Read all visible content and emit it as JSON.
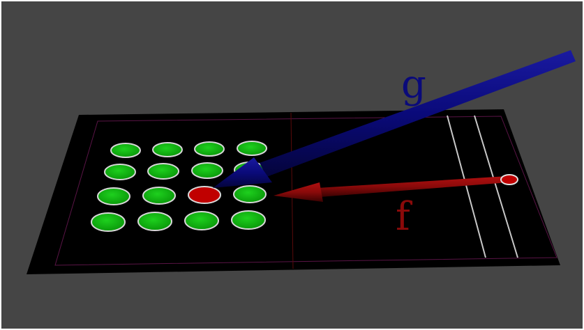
{
  "scene": {
    "background": "#454545",
    "frame_color": "#ffffff",
    "board_color": "#000000",
    "border_line_color": "#5a1446",
    "center_line_color": "#5a0a0a",
    "lane_line_color": "#c8c8c8"
  },
  "grid": {
    "dot_color": "#12b012",
    "dot_rim_color": "#d8d8d8",
    "highlight_color": "#c00000",
    "highlight_index": 10,
    "dots": [
      {
        "id": "r1c1"
      },
      {
        "id": "r1c2"
      },
      {
        "id": "r1c3"
      },
      {
        "id": "r1c4"
      },
      {
        "id": "r2c1"
      },
      {
        "id": "r2c2"
      },
      {
        "id": "r2c3"
      },
      {
        "id": "r2c4"
      },
      {
        "id": "r3c1"
      },
      {
        "id": "r3c2"
      },
      {
        "id": "r3c3"
      },
      {
        "id": "r3c4"
      },
      {
        "id": "r4c1"
      },
      {
        "id": "r4c2"
      },
      {
        "id": "r4c3"
      },
      {
        "id": "r4c4"
      }
    ]
  },
  "source_puck": {
    "color": "#c00000"
  },
  "vectors": {
    "g": {
      "label": "g",
      "color": "#0a0a7a"
    },
    "f": {
      "label": "f",
      "color": "#8a0a0a"
    }
  }
}
